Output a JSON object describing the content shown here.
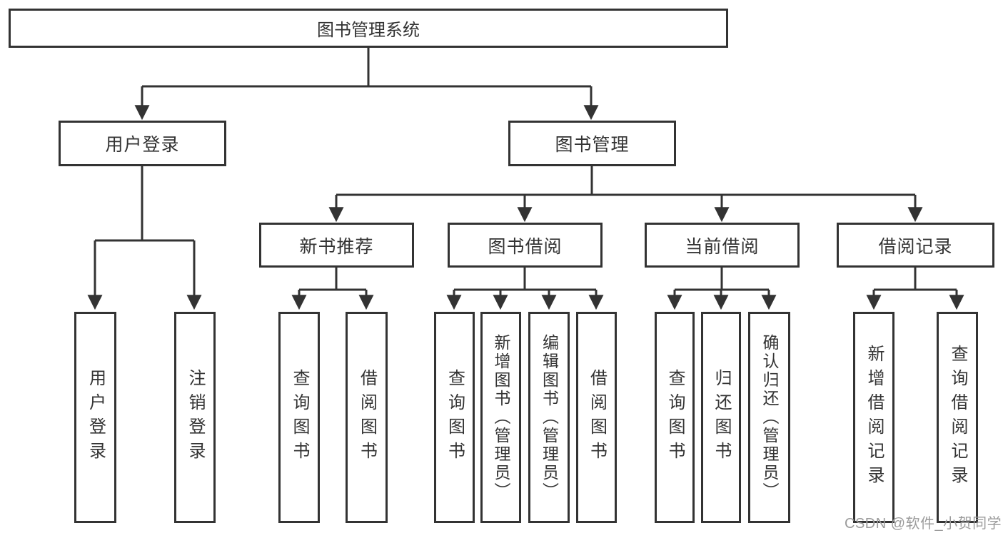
{
  "root": {
    "label": "图书管理系统"
  },
  "branches": {
    "userLogin": {
      "label": "用户登录",
      "children": [
        {
          "label": "用户登录"
        },
        {
          "label": "注销登录"
        }
      ]
    },
    "bookManagement": {
      "label": "图书管理",
      "children": [
        {
          "label": "新书推荐",
          "children": [
            {
              "label": "查询图书"
            },
            {
              "label": "借阅图书"
            }
          ]
        },
        {
          "label": "图书借阅",
          "children": [
            {
              "label": "查询图书"
            },
            {
              "label": "新增图书（管理员）"
            },
            {
              "label": "编辑图书（管理员）"
            },
            {
              "label": "借阅图书"
            }
          ]
        },
        {
          "label": "当前借阅",
          "children": [
            {
              "label": "查询图书"
            },
            {
              "label": "归还图书"
            },
            {
              "label": "确认归还（管理员）"
            }
          ]
        },
        {
          "label": "借阅记录",
          "children": [
            {
              "label": "新增借阅记录"
            },
            {
              "label": "查询借阅记录"
            }
          ]
        }
      ]
    }
  },
  "watermark": {
    "text": "CSDN @软件_小贺同学"
  },
  "colors": {
    "line": "#333333",
    "text": "#333333",
    "background": "#ffffff",
    "watermark": "#9b9b9b"
  }
}
